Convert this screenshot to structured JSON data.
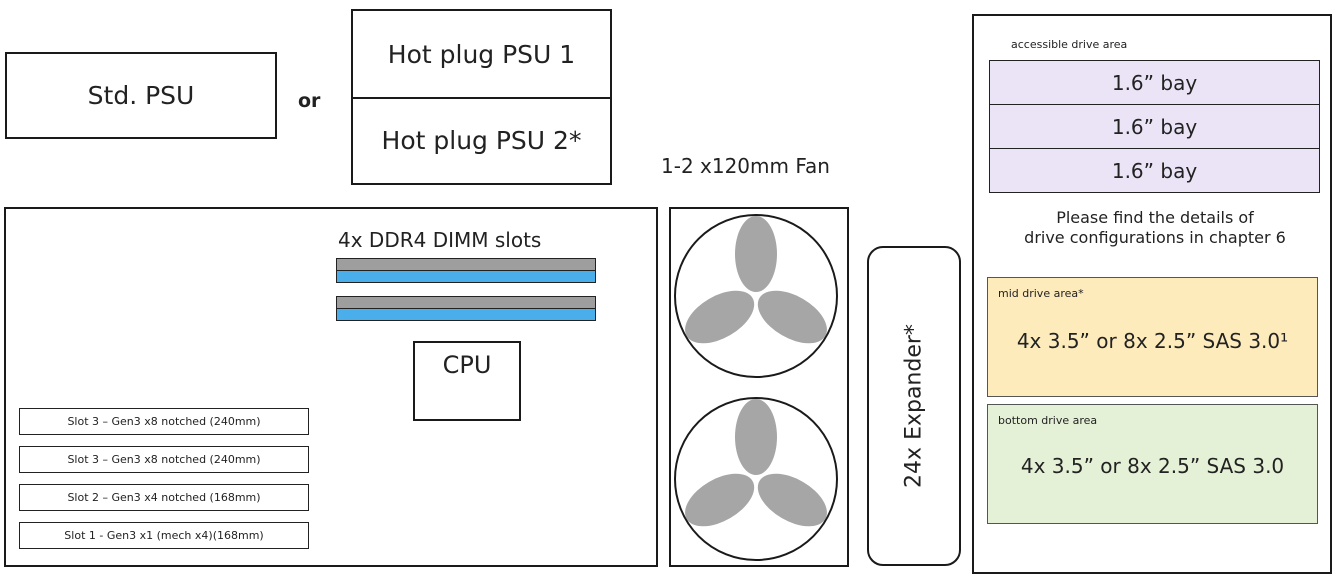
{
  "psu": {
    "std_label": "Std. PSU",
    "or_label": "or",
    "hot_plug_1": "Hot plug PSU 1",
    "hot_plug_2": "Hot plug PSU 2*"
  },
  "fan": {
    "label": "1-2 x120mm Fan"
  },
  "mainboard": {
    "dimm_label": "4x DDR4 DIMM slots",
    "cpu_label": "CPU",
    "slots": [
      "Slot 3 – Gen3 x8 notched  (240mm)",
      "Slot 3 – Gen3 x8 notched (240mm)",
      "Slot 2 – Gen3 x4 notched (168mm)",
      "Slot 1 - Gen3 x1 (mech x4)(168mm)"
    ]
  },
  "expander": {
    "label": "24x Expander*"
  },
  "drives": {
    "accessible_label": "accessible drive area",
    "bays": [
      "1.6” bay",
      "1.6” bay",
      "1.6” bay"
    ],
    "note_line1": "Please find the details of",
    "note_line2": "drive configurations in chapter 6",
    "mid_label": "mid drive area*",
    "mid_value": "4x 3.5” or 8x 2.5” SAS 3.0¹",
    "bottom_label": "bottom drive area",
    "bottom_value": "4x 3.5” or 8x 2.5” SAS 3.0"
  },
  "colors": {
    "dimm_top": "#9e9e9e",
    "dimm_bottom": "#4aaeea",
    "fan_blade": "#a6a6a6",
    "bay_fill": "#ebe4f7",
    "mid_fill": "#fdebbc",
    "bottom_fill": "#e5f1d6"
  }
}
